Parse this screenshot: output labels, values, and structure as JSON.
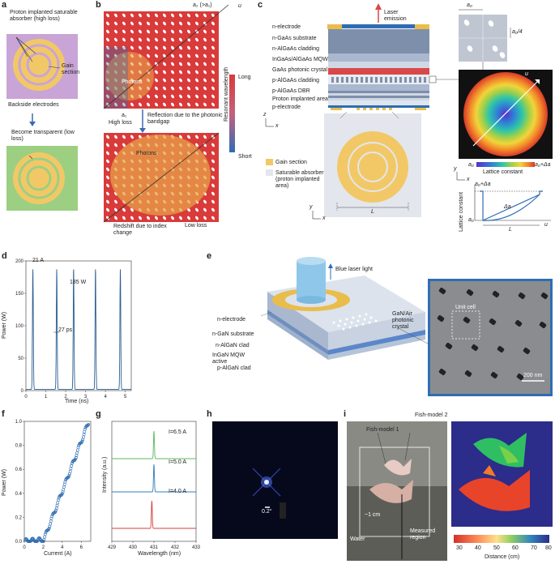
{
  "panel_letters": [
    "a",
    "b",
    "c",
    "d",
    "e",
    "f",
    "g",
    "h",
    "i"
  ],
  "a": {
    "label_top": "Proton implanted saturable absorber (high loss)",
    "gain_section": "Gain section",
    "backside": "Backside electrodes",
    "transparent": "Become transparent (low loss)"
  },
  "b": {
    "a2": "a₂ (>a₁)",
    "a1": "a₁",
    "u": "u",
    "photons": "Photons",
    "high_loss": "High loss",
    "reflection": "Reflection due to the photonic bandgap",
    "long": "Long",
    "short": "Short",
    "resonant": "Resonant wavelength",
    "redshift": "Redshift due to index change",
    "low_loss": "Low loss",
    "colors": {
      "red": "#d93a3a",
      "orange": "#e7a24a",
      "blue": "#2f6db3"
    }
  },
  "c": {
    "layers": [
      "n-electrode",
      "n-GaAs substrate",
      "n-AlGaAs cladding",
      "InGaAs/AlGaAs MQW",
      "GaAs photonic crystal",
      "p-AlGaAs cladding",
      "p-AlGaAs DBR",
      "Proton implanted area",
      "p-electrode"
    ],
    "laser": "Laser emission",
    "z": "z",
    "x": "x",
    "y": "y",
    "u": "u",
    "L": "L",
    "a0": "a₀",
    "a0_4": "a₀/4",
    "legend_gain": "Gain section",
    "legend_sat": "Saturable absorber (proton implanted area)",
    "lattice": "Lattice constant",
    "lat_ylabel": "Lattice constant",
    "a0_da": "a₀+Δa",
    "da": "Δa"
  },
  "d": {
    "current": "21 A",
    "peak": "185 W",
    "width": "27 ps",
    "xlabel": "Time (ns)",
    "ylabel": "Power (W)"
  },
  "e": {
    "blue_laser": "Blue laser light",
    "n_electrode": "n-electrode",
    "n_gan": "n-GaN substrate",
    "n_algan": "n-AlGaN clad",
    "mqw": "InGaN MQW active",
    "p_algan": "p-AlGaN clad",
    "pc": "GaN/Air photonic crystal",
    "unit_cell": "Unit cell",
    "scale": "200 nm"
  },
  "f": {
    "xlabel": "Current (A)",
    "ylabel": "Power (W)"
  },
  "g": {
    "labels": [
      "I=6.5 A",
      "I=5.0 A",
      "I=4.0 A"
    ],
    "xlabel": "Wavelength (nm)",
    "ylabel": "Intensity (a.u.)"
  },
  "h": {
    "scale": "0.2°"
  },
  "i": {
    "fish1": "Fish-model 1",
    "fish2": "Fish-model 2",
    "cm": "~1 cm",
    "water": "Water",
    "measured": "Measured region",
    "dist": "Distance (cm)"
  },
  "chart_data": [
    {
      "type": "line",
      "title": "",
      "xlabel": "Time (ns)",
      "ylabel": "Power (W)",
      "xlim": [
        0,
        5.3
      ],
      "ylim": [
        0,
        200
      ],
      "x_ticks": [
        0,
        1,
        2,
        3,
        4,
        5
      ],
      "y_ticks": [
        0,
        50,
        100,
        150,
        200
      ],
      "pulse_centers": [
        0.35,
        1.55,
        2.4,
        3.5,
        4.75
      ],
      "pulse_peaks": [
        185,
        185,
        185,
        185,
        185
      ]
    },
    {
      "type": "scatter",
      "xlabel": "Current (A)",
      "ylabel": "Power (W)",
      "xlim": [
        0,
        7
      ],
      "ylim": [
        0,
        1.0
      ],
      "x_ticks": [
        0,
        2,
        4,
        6
      ],
      "y_ticks": [
        0,
        0.2,
        0.4,
        0.6,
        0.8,
        1.0
      ],
      "threshold": 2.0,
      "max_current": 6.8,
      "max_power": 1.0
    },
    {
      "type": "line",
      "xlabel": "Wavelength (nm)",
      "ylabel": "Intensity (a.u.)",
      "x_ticks": [
        429,
        430,
        431,
        432,
        433
      ],
      "series": [
        {
          "name": "I=6.5 A",
          "peak": 431.0,
          "color": "#5cb85c"
        },
        {
          "name": "I=5.0 A",
          "peak": 431.0,
          "color": "#2f7fc1"
        },
        {
          "name": "I=4.0 A",
          "peak": 430.9,
          "color": "#d43f3f"
        }
      ]
    },
    {
      "type": "heatmap",
      "xlabel": "Distance (cm)",
      "colorbar_ticks": [
        30,
        40,
        50,
        60,
        70,
        80
      ]
    }
  ]
}
